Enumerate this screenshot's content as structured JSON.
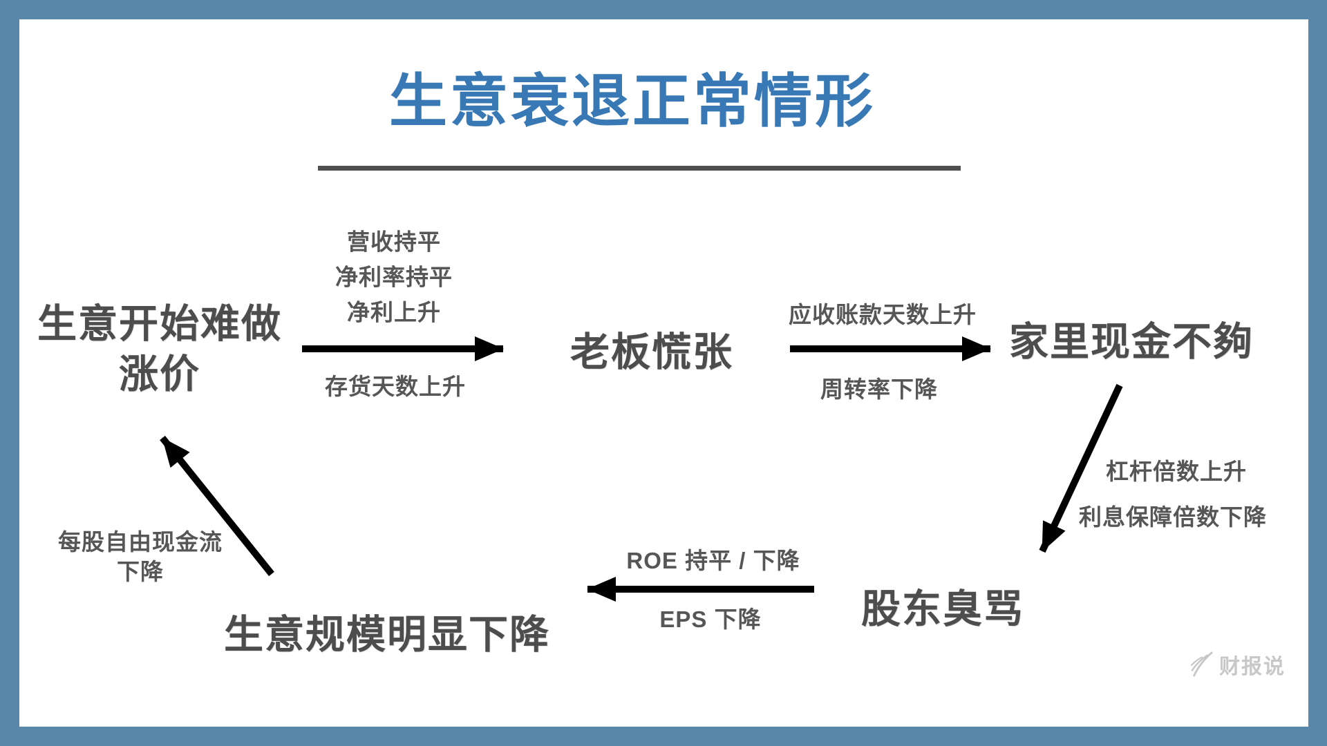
{
  "title": "生意衰退正常情形",
  "colors": {
    "title_blue": "#3778b5",
    "frame_blue": "#5987a9",
    "node_gray": "#4d4d4d",
    "label_gray": "#565656",
    "arrow_black": "#000000",
    "watermark_gray": "#c8c8c8"
  },
  "nodes": {
    "start_line1": "生意开始难做",
    "start_line2": "涨价",
    "boss": "老板慌张",
    "cash": "家里现金不夠",
    "shareholders": "股东臭骂",
    "shrink": "生意规模明显下降"
  },
  "labels": {
    "revenue_flat": "营收持平",
    "net_margin_flat": "净利率持平",
    "net_profit_up": "净利上升",
    "inventory_days_up": "存货天数上升",
    "receivable_days_up": "应收账款天数上升",
    "turnover_down": "周转率下降",
    "leverage_up": "杠杆倍数上升",
    "interest_coverage_down": "利息保障倍数下降",
    "roe_flat_down": "ROE 持平 / 下降",
    "eps_down": "EPS 下降",
    "fcf_per_share": "每股自由现金流",
    "fcf_down": "下降"
  },
  "watermark": "财报说"
}
